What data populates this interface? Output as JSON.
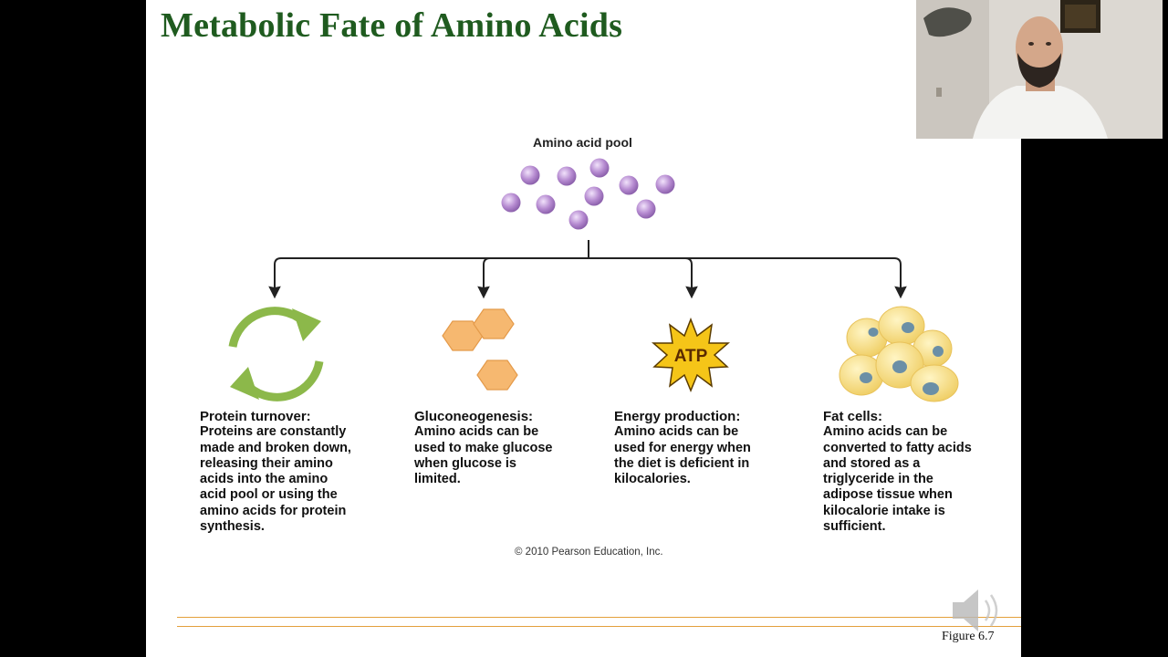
{
  "slide": {
    "title": "Metabolic Fate of Amino Acids",
    "pool_label": "Amino acid pool",
    "copyright": "© 2010 Pearson Education, Inc.",
    "figure_label": "Figure 6.7",
    "atp_label": "ATP",
    "columns": [
      {
        "heading": "Protein turnover:",
        "lines": [
          "Proteins are constantly",
          "made and broken down,",
          "releasing their amino",
          "acids into the amino",
          "acid pool or using the",
          "amino acids for protein",
          "synthesis."
        ]
      },
      {
        "heading": "Gluconeogenesis:",
        "lines": [
          "Amino acids can be",
          "used to make glucose",
          "when glucose is",
          "limited."
        ]
      },
      {
        "heading": "Energy production:",
        "lines": [
          "Amino acids can be",
          "used for energy when",
          "the diet is deficient in",
          "kilocalories."
        ]
      },
      {
        "heading": "Fat cells:",
        "lines": [
          "Amino acids can be",
          "converted to fatty acids",
          "and stored as a",
          "triglyceride in the",
          "adipose tissue when",
          "kilocalorie intake is",
          "sufficient."
        ]
      }
    ]
  },
  "colors": {
    "title": "#1f5b1f",
    "amino_acid": "#b58ad0",
    "recycle": "#8cb84a",
    "glucose": "#f6b870",
    "atp_burst": "#f5c518",
    "fat_cell": "#f7df86",
    "nucleus": "#6b8fa6",
    "rule": "#e3a03c"
  },
  "icons": [
    "recycle-arrows-icon",
    "glucose-hexagon-icon",
    "atp-burst-icon",
    "fat-cells-icon",
    "speaker-icon"
  ]
}
